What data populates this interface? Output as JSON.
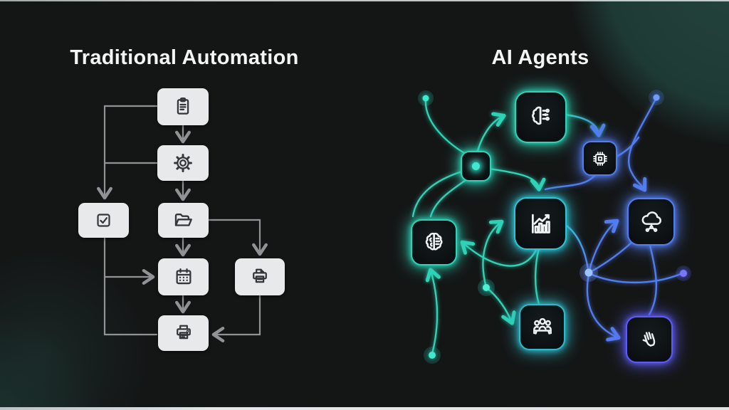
{
  "slide": {
    "left_title": "Traditional Automation",
    "right_title": "AI Agents"
  },
  "colors": {
    "background": "#141616",
    "corner_glow": "#25443e",
    "flow_box_fill": "#e8e9eb",
    "flow_icon": "#33373a",
    "flow_connector": "#8f9396",
    "teal_accent": "#2ed3b7",
    "cyan_accent": "#2fc3d4",
    "blue_accent": "#527df0",
    "indigo_accent": "#5d5bf5",
    "node_fill": "#0b0f11",
    "node_icon": "#eef2f3",
    "edge_strip": "#dfe3e4"
  },
  "flowchart": {
    "steps": [
      {
        "id": "clipboard",
        "icon": "clipboard-icon"
      },
      {
        "id": "gear",
        "icon": "gear-icon"
      },
      {
        "id": "checkbox",
        "icon": "checkbox-icon"
      },
      {
        "id": "folder",
        "icon": "folder-icon"
      },
      {
        "id": "calendar",
        "icon": "calendar-icon"
      },
      {
        "id": "printer-right",
        "icon": "printer-icon"
      },
      {
        "id": "printer-bottom",
        "icon": "printer-icon"
      }
    ]
  },
  "network": {
    "nodes": [
      {
        "id": "ai-brain",
        "icon": "brain-circuit-icon",
        "accent": "#2ed3b7"
      },
      {
        "id": "router",
        "icon": "glow-dot-icon",
        "accent": "#2ed3b7"
      },
      {
        "id": "cpu",
        "icon": "cpu-chip-icon",
        "accent": "#527df0"
      },
      {
        "id": "analytics",
        "icon": "chart-icon",
        "accent": "#2fc3d4"
      },
      {
        "id": "cloud",
        "icon": "cloud-network-icon",
        "accent": "#527df0"
      },
      {
        "id": "ml-brain",
        "icon": "brain-gear-icon",
        "accent": "#2ed3b7"
      },
      {
        "id": "team",
        "icon": "people-meeting-icon",
        "accent": "#2fb9c9"
      },
      {
        "id": "hand",
        "icon": "hand-icon",
        "accent": "#5d5bf5"
      }
    ]
  }
}
